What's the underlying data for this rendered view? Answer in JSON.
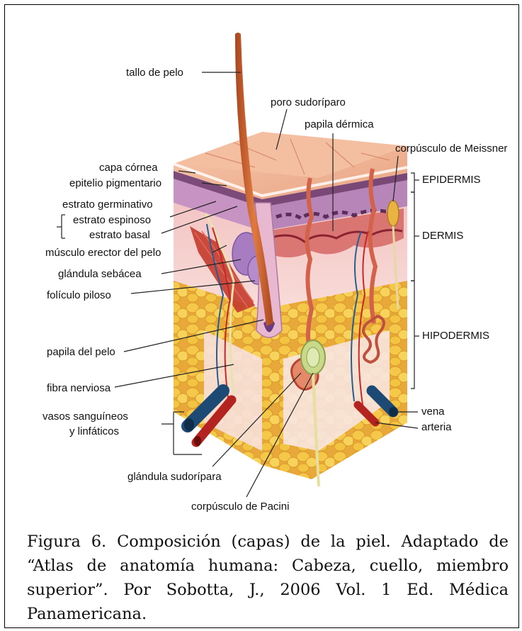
{
  "figure": {
    "labels_left": {
      "tallo_de_pelo": "tallo de pelo",
      "capa_cornea": "capa córnea",
      "epitelio_pigmentario": "epitelio pigmentario",
      "estrato_germinativo": "estrato germinativo",
      "estrato_espinoso": "estrato espinoso",
      "estrato_basal": "estrato basal",
      "musculo_erector": "músculo erector del pelo",
      "glandula_sebacea": "glándula sebácea",
      "foliculo_piloso": "folículo piloso",
      "papila_del_pelo": "papila del pelo",
      "fibra_nerviosa": "fibra nerviosa",
      "vasos_line1": "vasos sanguíneos",
      "vasos_line2": "y linfáticos"
    },
    "labels_top": {
      "poro_sudoriparo": "poro sudoríparo",
      "papila_dermica": "papila dérmica",
      "corpusculo_meissner": "corpúsculo de Meissner"
    },
    "labels_bottom": {
      "glandula_sudoripara": "glándula sudorípara",
      "corpusculo_pacini": "corpúsculo de Pacini"
    },
    "labels_right": {
      "vena": "vena",
      "arteria": "arteria"
    },
    "layers": {
      "epidermis": "EPIDERMIS",
      "dermis": "DERMIS",
      "hipodermis": "HIPODERMIS"
    },
    "colors": {
      "epidermis_top": "#f2b89a",
      "epidermis_side": "#c28ab9",
      "dermis": "#f4c6c2",
      "hipodermis_fat": "#f0c040",
      "hair": "#c8602c",
      "vein": "#2a5d8f",
      "artery": "#c62828",
      "nerve": "#e8e2b0"
    }
  },
  "caption": "Figura 6. Composición (capas) de la piel. Adaptado de “Atlas de anatomía humana: Cabeza, cuello, miembro superior”. Por Sobotta, J., 2006 Vol. 1 Ed. Médica Panamericana."
}
